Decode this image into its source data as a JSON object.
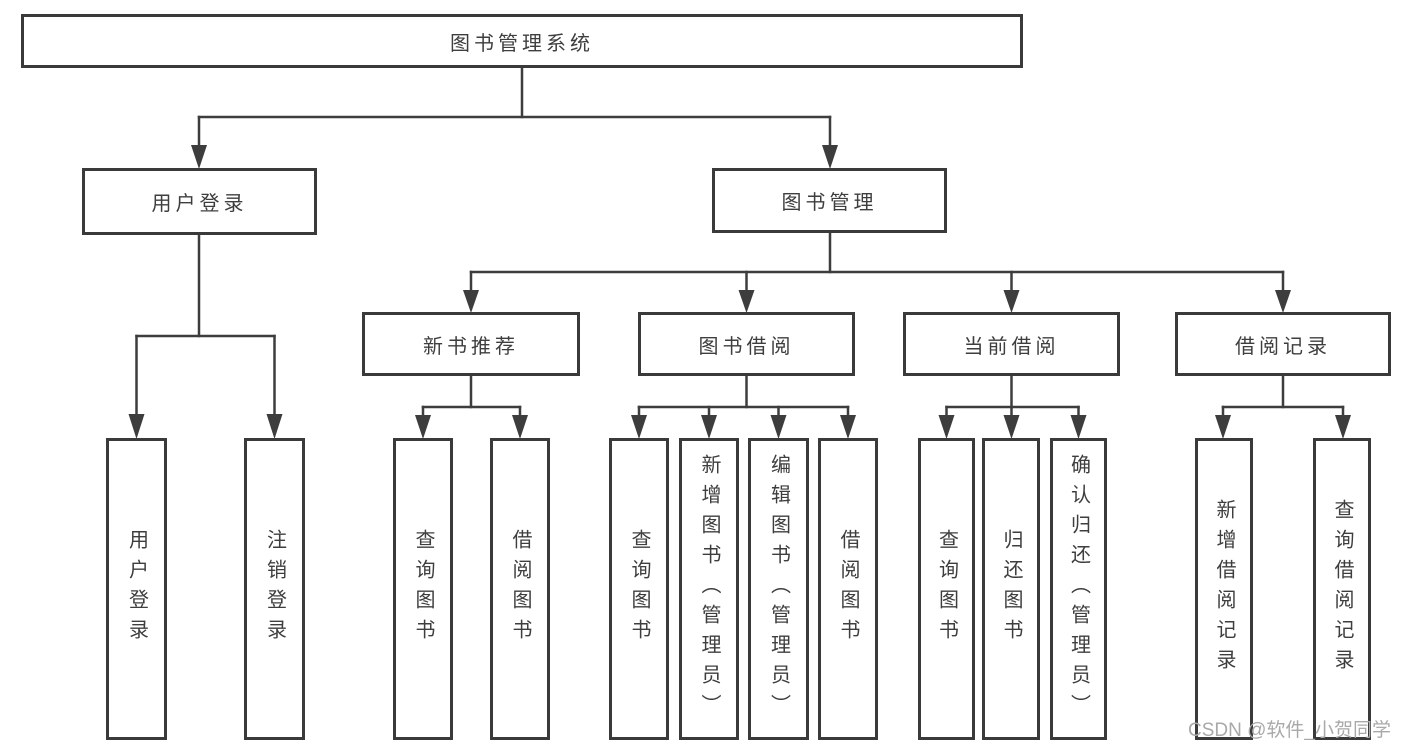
{
  "diagram": {
    "root": "图书管理系统",
    "level2": [
      {
        "label": "用户登录"
      },
      {
        "label": "图书管理"
      }
    ],
    "level3": [
      {
        "label": "新书推荐"
      },
      {
        "label": "图书借阅"
      },
      {
        "label": "当前借阅"
      },
      {
        "label": "借阅记录"
      }
    ],
    "leaves": [
      {
        "label": "用户登录"
      },
      {
        "label": "注销登录"
      },
      {
        "label": "查询图书"
      },
      {
        "label": "借阅图书"
      },
      {
        "label": "查询图书"
      },
      {
        "label": "新增图书（管理员）"
      },
      {
        "label": "编辑图书（管理员）"
      },
      {
        "label": "借阅图书"
      },
      {
        "label": "查询图书"
      },
      {
        "label": "归还图书"
      },
      {
        "label": "确认归还（管理员）"
      },
      {
        "label": "新增借阅记录"
      },
      {
        "label": "查询借阅记录"
      }
    ]
  },
  "watermark": "CSDN @软件_小贺同学",
  "colors": {
    "line": "#3d3d3d",
    "border": "#3a3a3a",
    "text": "#3e3e3e",
    "watermark": "#a9a9a9",
    "background": "#ffffff"
  }
}
